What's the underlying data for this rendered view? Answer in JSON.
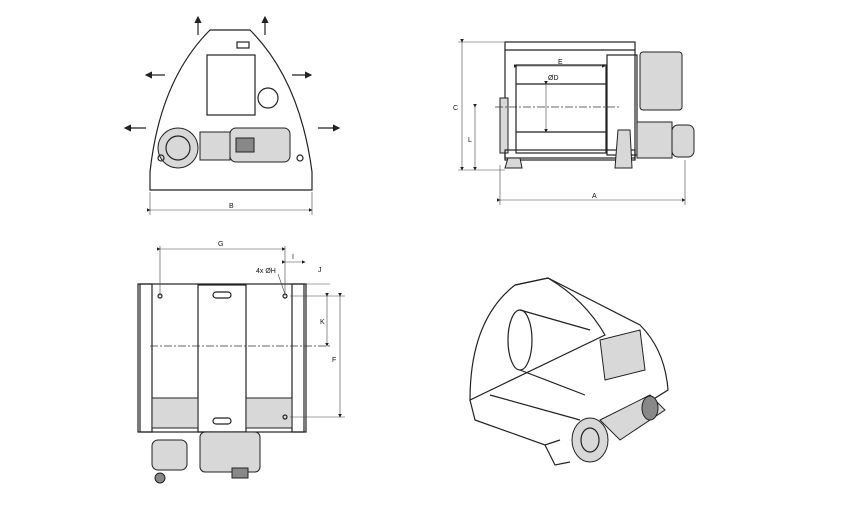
{
  "title": "Winch dimensional drawing",
  "front_view": {
    "dim_b": "B"
  },
  "side_view": {
    "dim_a": "A",
    "dim_c": "C",
    "dim_l": "L",
    "dim_e": "E",
    "dim_d": "ØD"
  },
  "top_view": {
    "dim_g": "G",
    "dim_h": "4x ØH",
    "dim_i": "I",
    "dim_j": "J",
    "dim_k": "K",
    "dim_f": "F"
  },
  "colors": {
    "line": "#222222",
    "fill": "#d8d8d8"
  }
}
